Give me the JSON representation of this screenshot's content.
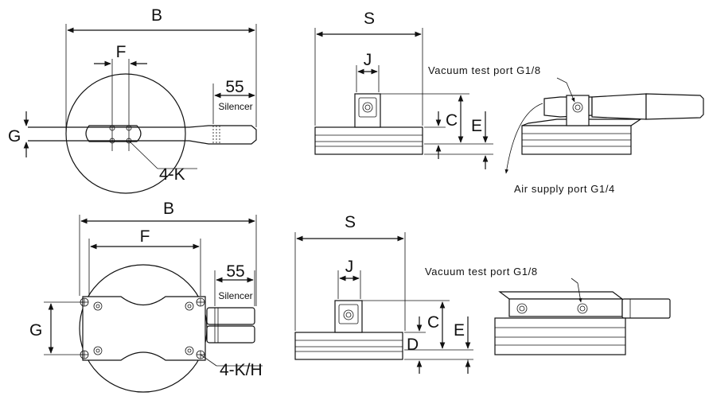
{
  "labels": {
    "top_plan": {
      "B": "B",
      "F": "F",
      "G": "G",
      "dim_55": "55",
      "silencer": "Silencer",
      "hole": "4-K"
    },
    "top_side": {
      "S": "S",
      "J": "J",
      "C": "C",
      "E": "E"
    },
    "top_iso": {
      "vacuum_port": "Vacuum test port G1/8",
      "air_port": "Air supply port G1/4"
    },
    "bottom_plan": {
      "B": "B",
      "F": "F",
      "G": "G",
      "dim_55": "55",
      "silencer": "Silencer",
      "hole": "4-K/H"
    },
    "bottom_side": {
      "S": "S",
      "J": "J",
      "C": "C",
      "D": "D",
      "E": "E"
    },
    "bottom_iso": {
      "vacuum_port": "Vacuum test port G1/8"
    }
  }
}
